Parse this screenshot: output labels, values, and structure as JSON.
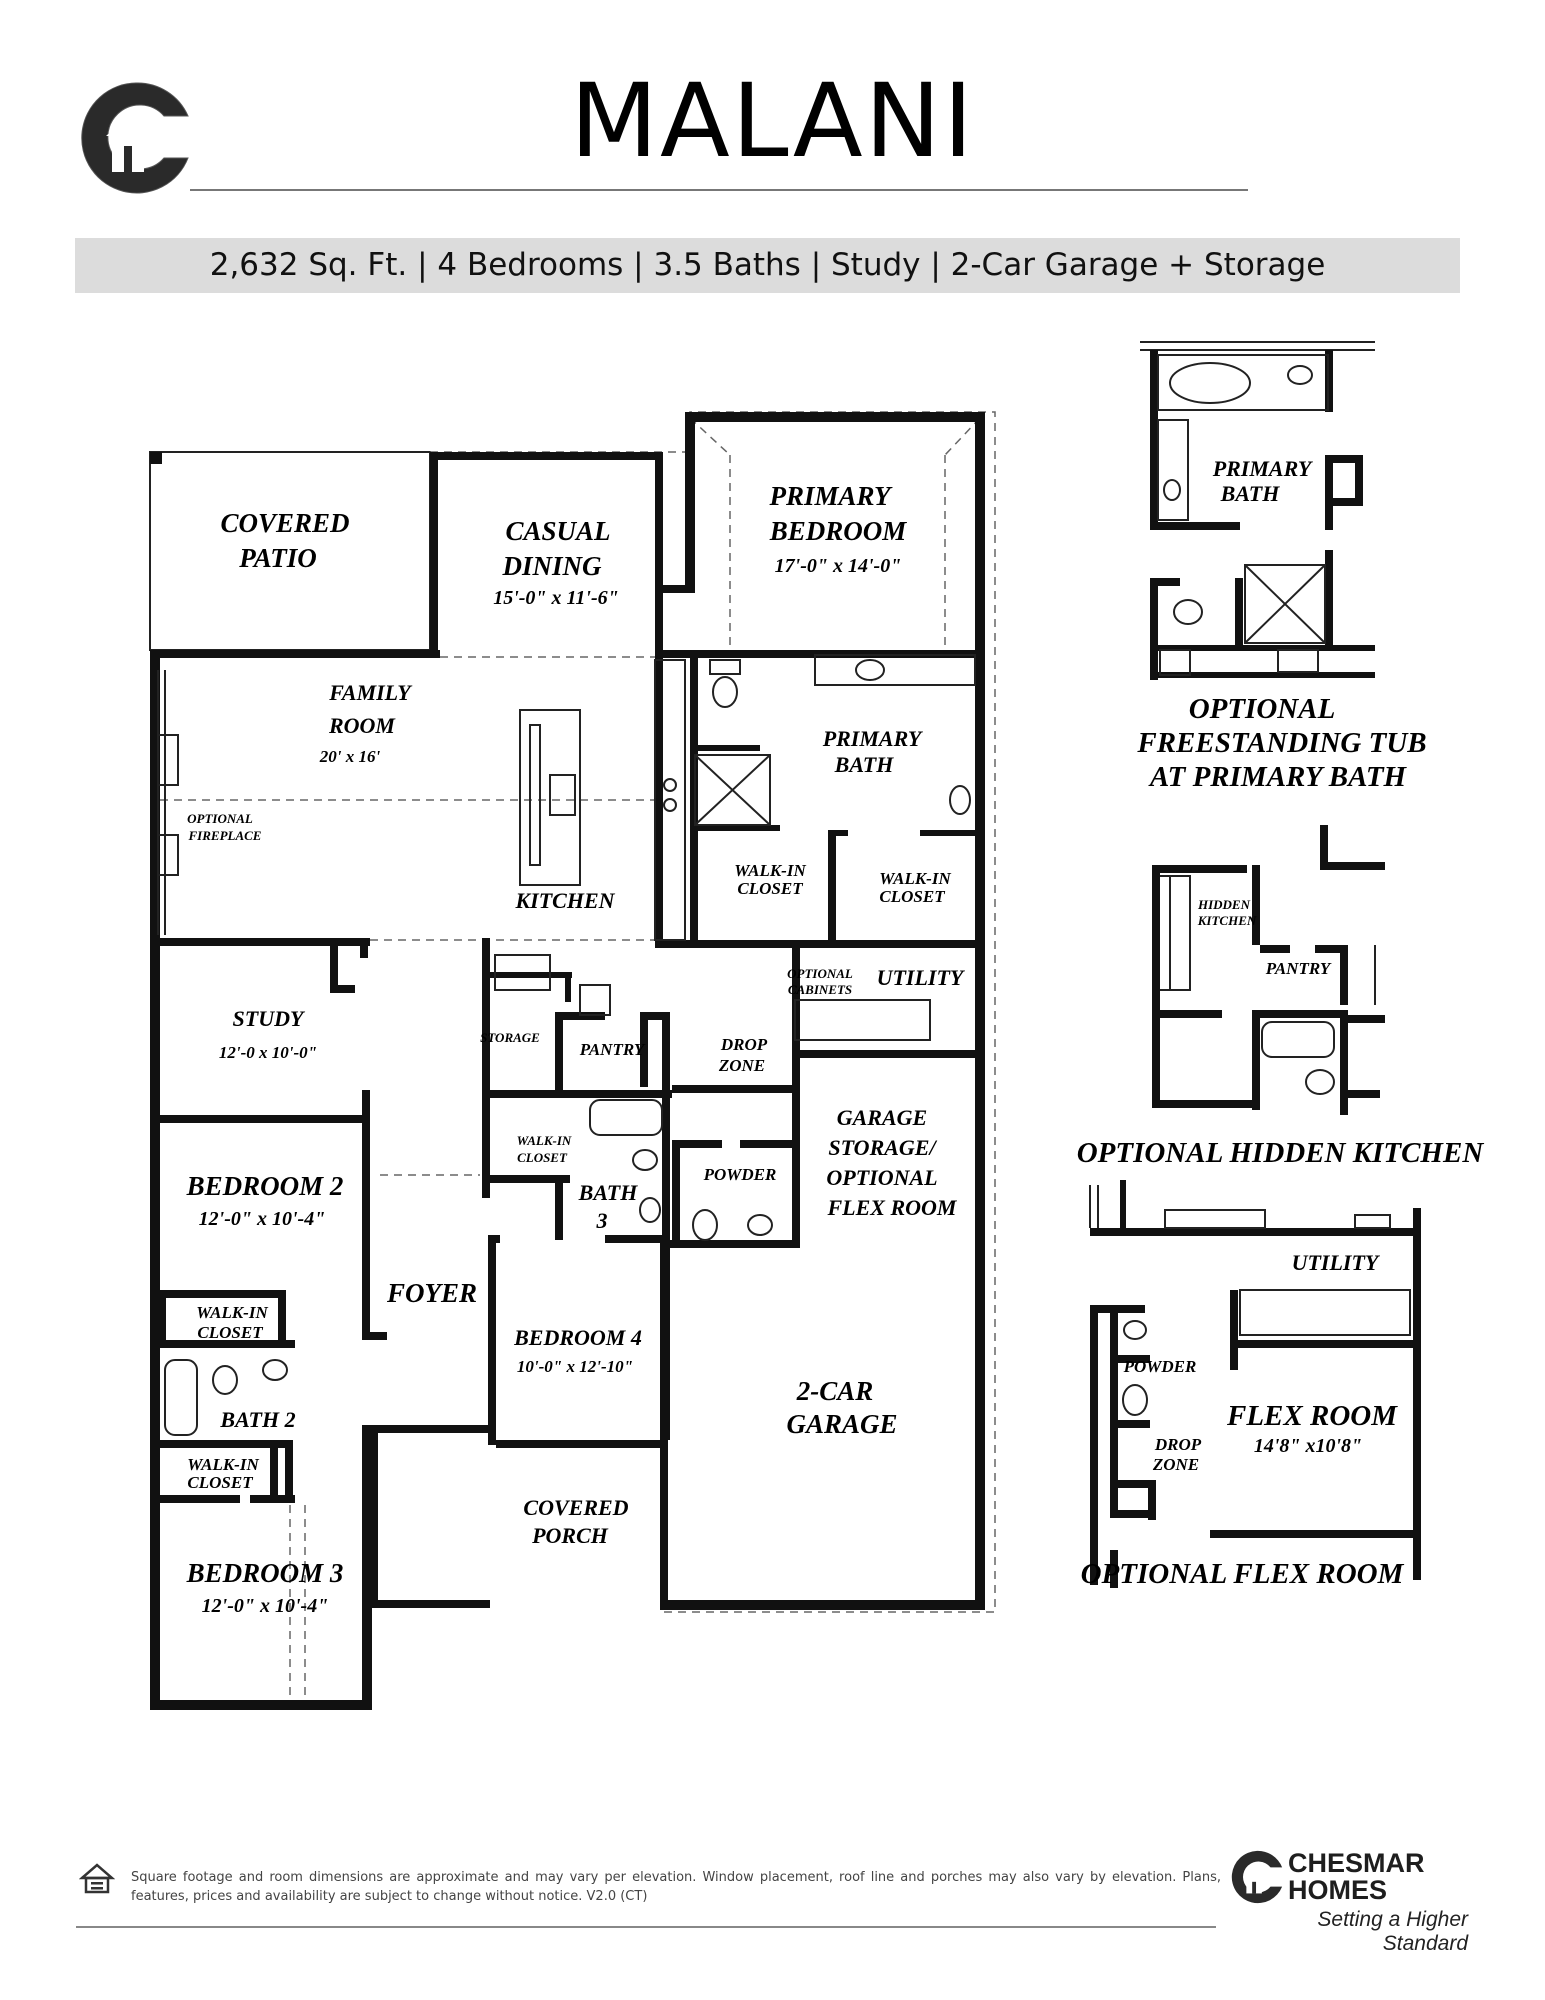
{
  "header": {
    "title": "MALANI",
    "summary": "2,632 Sq. Ft. | 4 Bedrooms | 3.5 Baths | Study | 2-Car Garage + Storage"
  },
  "plan": {
    "covered_patio": [
      "COVERED",
      "PATIO"
    ],
    "casual_dining": {
      "name": [
        "CASUAL",
        "DINING"
      ],
      "dim": "15'-0\" x 11'-6\""
    },
    "primary_bedroom": {
      "name": [
        "PRIMARY",
        "BEDROOM"
      ],
      "dim": "17'-0\" x 14'-0\""
    },
    "family_room": {
      "name": [
        "FAMILY",
        "ROOM"
      ],
      "dim": "20' x 16'"
    },
    "optional_fireplace": [
      "OPTIONAL",
      "FIREPLACE"
    ],
    "primary_bath": [
      "PRIMARY",
      "BATH"
    ],
    "walk_in_closet_primary_1": [
      "WALK-IN",
      "CLOSET"
    ],
    "walk_in_closet_primary_2": [
      "WALK-IN",
      "CLOSET"
    ],
    "kitchen": "KITCHEN",
    "optional_cabinets": [
      "OPTIONAL",
      "CABINETS"
    ],
    "utility": "UTILITY",
    "study": {
      "name": "STUDY",
      "dim": "12'-0 x 10'-0\""
    },
    "storage": "STORAGE",
    "pantry": "PANTRY",
    "drop_zone": [
      "DROP",
      "ZONE"
    ],
    "garage_storage": [
      "GARAGE",
      "STORAGE/",
      "OPTIONAL",
      "FLEX ROOM"
    ],
    "walk_in_closet_bath3": [
      "WALK-IN",
      "CLOSET"
    ],
    "bath_3": [
      "BATH",
      "3"
    ],
    "powder": "POWDER",
    "bedroom_2": {
      "name": "BEDROOM 2",
      "dim": "12'-0\" x 10'-4\""
    },
    "foyer": "FOYER",
    "walk_in_closet_bed2": [
      "WALK-IN",
      "CLOSET"
    ],
    "bedroom_4": {
      "name": "BEDROOM 4",
      "dim": "10'-0\" x 12'-10\""
    },
    "two_car_garage": [
      "2-CAR",
      "GARAGE"
    ],
    "bath_2": "BATH 2",
    "walk_in_closet_bed3": [
      "WALK-IN",
      "CLOSET"
    ],
    "covered_porch": [
      "COVERED",
      "PORCH"
    ],
    "bedroom_3": {
      "name": "BEDROOM 3",
      "dim": "12'-0\" x 10'-4\""
    }
  },
  "options": {
    "tub": {
      "room": [
        "PRIMARY",
        "BATH"
      ],
      "title": [
        "OPTIONAL",
        "FREESTANDING TUB",
        "AT PRIMARY BATH"
      ]
    },
    "hidden_kitchen": {
      "hidden_label": [
        "HIDDEN",
        "KITCHEN"
      ],
      "pantry": "PANTRY",
      "title": "OPTIONAL HIDDEN KITCHEN"
    },
    "flex_room": {
      "utility": "UTILITY",
      "powder": "POWDER",
      "flex": {
        "name": "FLEX ROOM",
        "dim": "14'8\" x10'8\""
      },
      "drop_zone": [
        "DROP",
        "ZONE"
      ],
      "title": "OPTIONAL FLEX ROOM"
    }
  },
  "footer": {
    "disclaimer": "Square footage and room dimensions are approximate and may vary per elevation. Window placement, roof line and porches may also vary by elevation. Plans, features, prices and availability are subject to change without notice. V2.0 (CT)",
    "brand_name": [
      "CHESMAR",
      "HOMES"
    ],
    "tagline": "Setting a Higher Standard"
  },
  "colors": {
    "summary_bar": "#dcdcdc",
    "ink": "#111111",
    "rule": "#777777"
  }
}
